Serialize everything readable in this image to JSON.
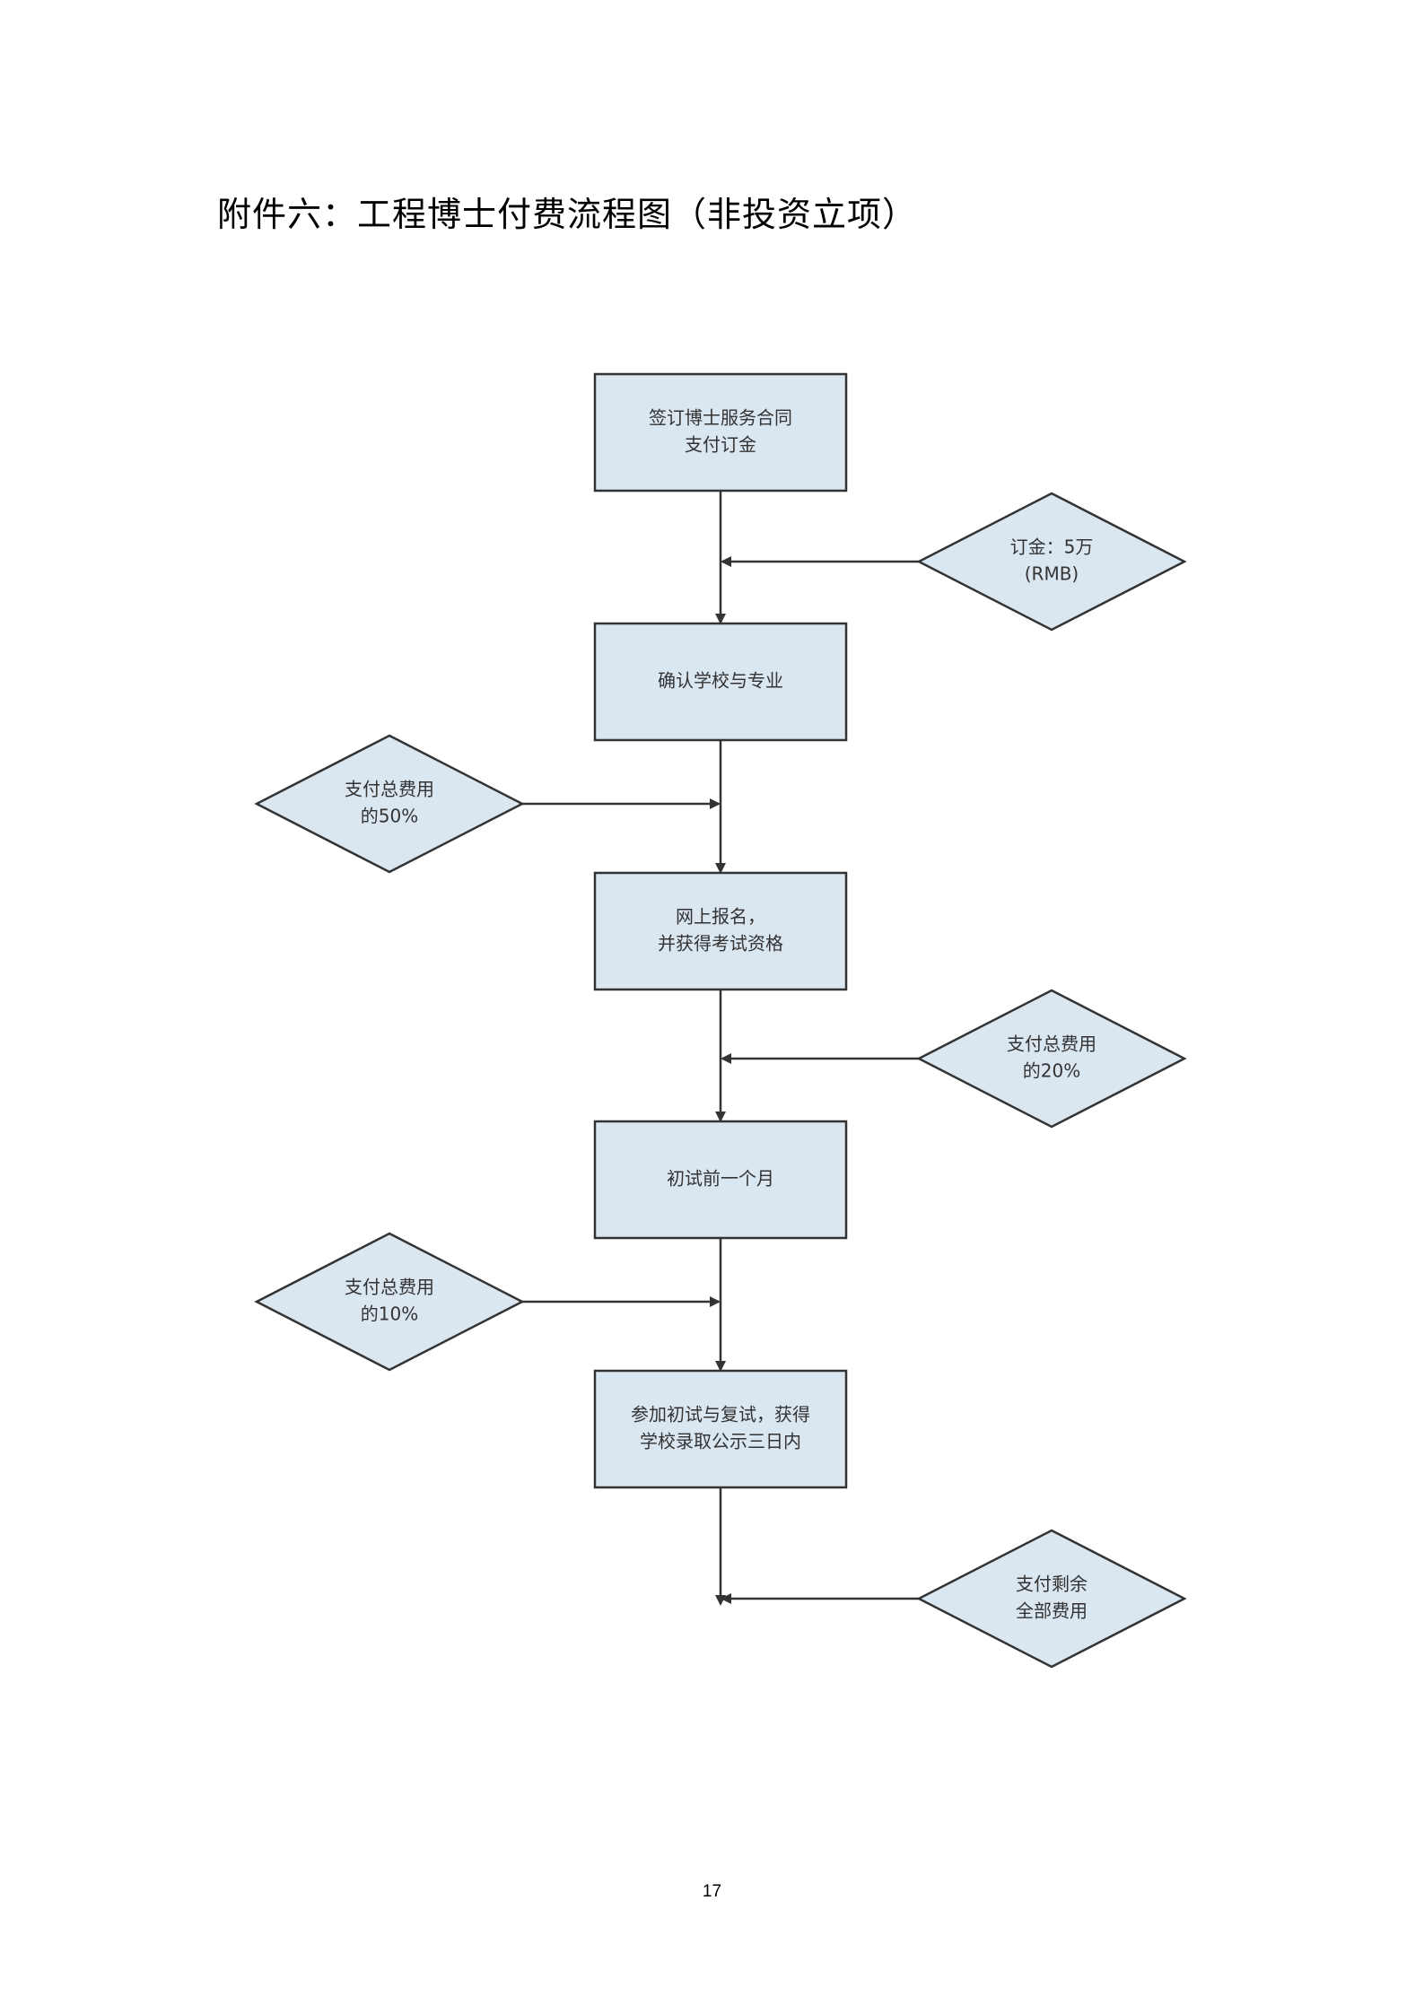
{
  "title": "附件六：工程博士付费流程图（非投资立项）",
  "page_number": "17",
  "colors": {
    "node_fill": "#dae6f0",
    "node_stroke": "#333333",
    "text": "#333333",
    "line": "#333333"
  },
  "process_steps": [
    {
      "id": "step1",
      "lines": [
        "签订博士服务合同",
        "支付订金"
      ]
    },
    {
      "id": "step2",
      "lines": [
        "确认学校与专业"
      ]
    },
    {
      "id": "step3",
      "lines": [
        "网上报名，",
        "并获得考试资格"
      ]
    },
    {
      "id": "step4",
      "lines": [
        "初试前一个月"
      ]
    },
    {
      "id": "step5",
      "lines": [
        "参加初试与复试，获得",
        "学校录取公示三日内"
      ]
    }
  ],
  "payments": [
    {
      "id": "pay1",
      "side": "right",
      "lines": [
        "订金：5万",
        "(RMB)"
      ]
    },
    {
      "id": "pay2",
      "side": "left",
      "lines": [
        "支付总费用",
        "的50%"
      ]
    },
    {
      "id": "pay3",
      "side": "right",
      "lines": [
        "支付总费用",
        "的20%"
      ]
    },
    {
      "id": "pay4",
      "side": "left",
      "lines": [
        "支付总费用",
        "的10%"
      ]
    },
    {
      "id": "pay5",
      "side": "right",
      "lines": [
        "支付剩余",
        "全部费用"
      ]
    }
  ]
}
